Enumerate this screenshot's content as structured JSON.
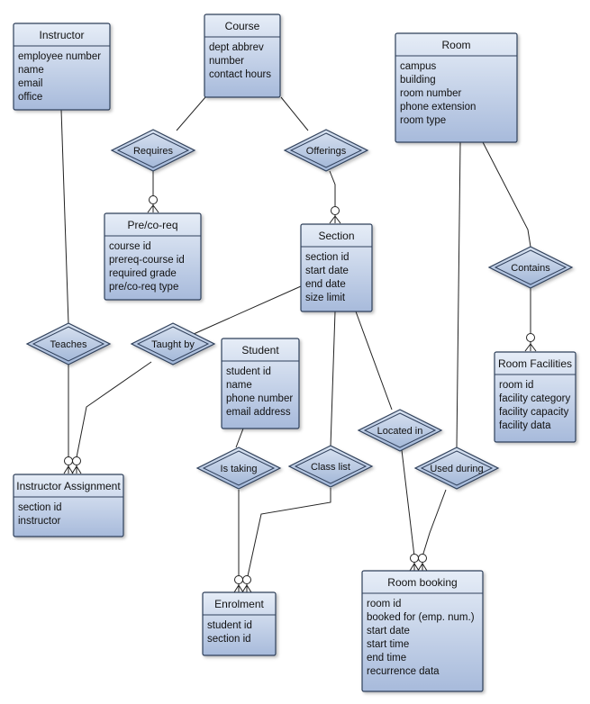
{
  "entities": [
    {
      "id": "instructor",
      "title": "Instructor",
      "attributes": [
        "employee number",
        "name",
        "email",
        "office"
      ]
    },
    {
      "id": "course",
      "title": "Course",
      "attributes": [
        "dept abbrev",
        "number",
        "contact hours"
      ]
    },
    {
      "id": "room",
      "title": "Room",
      "attributes": [
        "campus",
        "building",
        "room number",
        "phone extension",
        "room type"
      ]
    },
    {
      "id": "prereq",
      "title": "Pre/co-req",
      "attributes": [
        "course id",
        "prereq-course id",
        "required grade",
        "pre/co-req type"
      ]
    },
    {
      "id": "section",
      "title": "Section",
      "attributes": [
        "section id",
        "start date",
        "end date",
        "size limit"
      ]
    },
    {
      "id": "student",
      "title": "Student",
      "attributes": [
        "student id",
        "name",
        "phone number",
        "email address"
      ]
    },
    {
      "id": "room-facilities",
      "title": "Room Facilities",
      "attributes": [
        "room id",
        "facility category",
        "facility capacity",
        "facility data"
      ]
    },
    {
      "id": "instructor-assignment",
      "title": "Instructor Assignment",
      "attributes": [
        "section id",
        "instructor"
      ]
    },
    {
      "id": "enrolment",
      "title": "Enrolment",
      "attributes": [
        "student id",
        "section id"
      ]
    },
    {
      "id": "room-booking",
      "title": "Room booking",
      "attributes": [
        "room id",
        "booked for (emp. num.)",
        "start date",
        "start time",
        "end time",
        "recurrence data"
      ]
    }
  ],
  "relationships": [
    {
      "id": "requires",
      "label": "Requires"
    },
    {
      "id": "offerings",
      "label": "Offerings"
    },
    {
      "id": "contains",
      "label": "Contains"
    },
    {
      "id": "teaches",
      "label": "Teaches"
    },
    {
      "id": "taught-by",
      "label": "Taught by"
    },
    {
      "id": "is-taking",
      "label": "Is taking"
    },
    {
      "id": "class-list",
      "label": "Class list"
    },
    {
      "id": "located-in",
      "label": "Located in"
    },
    {
      "id": "used-during",
      "label": "Used during"
    }
  ],
  "colors": {
    "entity_fill_top": "#e4ebf6",
    "entity_fill_bottom": "#a9bcda",
    "entity_border": "#2f3f5a",
    "relationship_fill": "#b9cae3",
    "line": "#222222"
  }
}
